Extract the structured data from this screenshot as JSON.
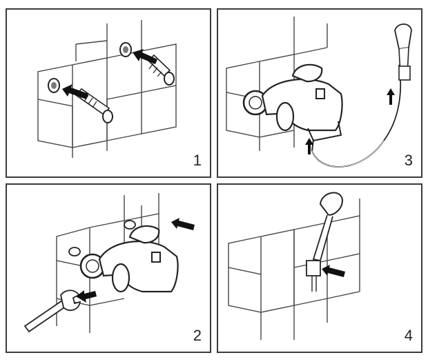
{
  "steps": [
    {
      "number": "1"
    },
    {
      "number": "3"
    },
    {
      "number": "2"
    },
    {
      "number": "4"
    }
  ],
  "colors": {
    "frame": "#3a3a3a",
    "line": "#222222",
    "arrow": "#111111",
    "tile": "#444444"
  }
}
